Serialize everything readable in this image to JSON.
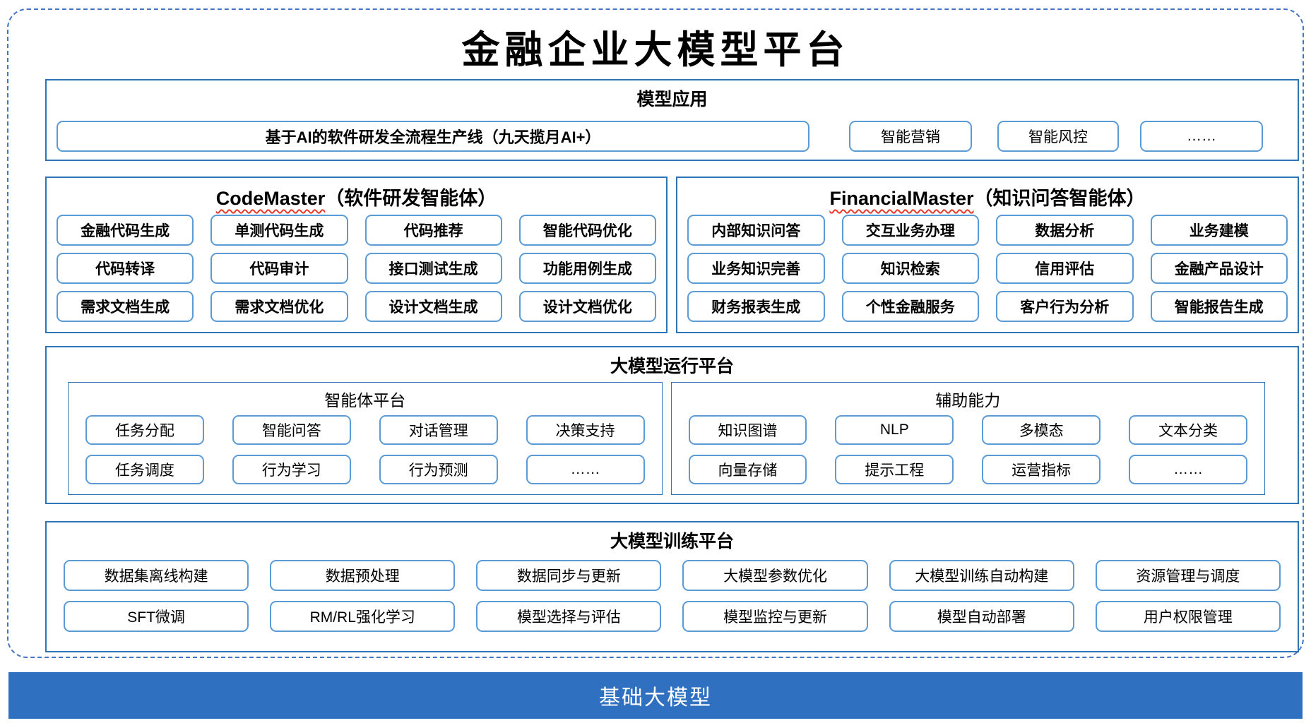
{
  "title": "金融企业大模型平台",
  "colors": {
    "section_border": "#2E75B6",
    "item_border": "#5B9BD5",
    "dashed_border": "#4472C4",
    "footer_bg": "#3070C0",
    "squiggle": "#E8392B"
  },
  "model_app": {
    "header": "模型应用",
    "main_item": "基于AI的软件研发全流程生产线（九天揽月AI+）",
    "items": [
      "智能营销",
      "智能风控",
      "……"
    ]
  },
  "code_master": {
    "header_en": "CodeMaster",
    "header_zh": "（软件研发智能体）",
    "items": [
      "金融代码生成",
      "单测代码生成",
      "代码推荐",
      "智能代码优化",
      "代码转译",
      "代码审计",
      "接口测试生成",
      "功能用例生成",
      "需求文档生成",
      "需求文档优化",
      "设计文档生成",
      "设计文档优化"
    ]
  },
  "financial_master": {
    "header_en": "FinancialMaster",
    "header_zh": "（知识问答智能体）",
    "items": [
      "内部知识问答",
      "交互业务办理",
      "数据分析",
      "业务建模",
      "业务知识完善",
      "知识检索",
      "信用评估",
      "金融产品设计",
      "财务报表生成",
      "个性金融服务",
      "客户行为分析",
      "智能报告生成"
    ]
  },
  "runtime": {
    "header": "大模型运行平台",
    "agent_platform": {
      "header": "智能体平台",
      "items": [
        "任务分配",
        "智能问答",
        "对话管理",
        "决策支持",
        "任务调度",
        "行为学习",
        "行为预测",
        "……"
      ]
    },
    "aux_ability": {
      "header": "辅助能力",
      "items": [
        "知识图谱",
        "NLP",
        "多模态",
        "文本分类",
        "向量存储",
        "提示工程",
        "运营指标",
        "……"
      ]
    }
  },
  "training": {
    "header": "大模型训练平台",
    "items": [
      "数据集离线构建",
      "数据预处理",
      "数据同步与更新",
      "大模型参数优化",
      "大模型训练自动构建",
      "资源管理与调度",
      "SFT微调",
      "RM/RL强化学习",
      "模型选择与评估",
      "模型监控与更新",
      "模型自动部署",
      "用户权限管理"
    ]
  },
  "foundation": {
    "label": "基础大模型"
  }
}
